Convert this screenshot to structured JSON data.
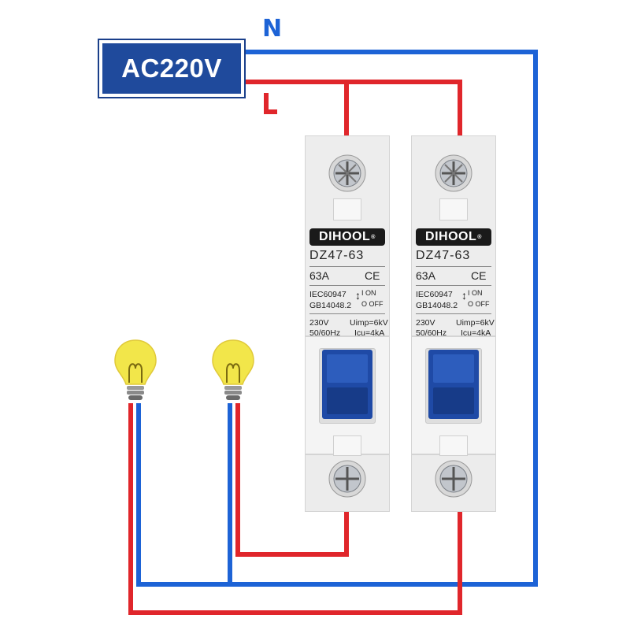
{
  "source": {
    "label": "AC220V"
  },
  "wires": {
    "neutral": {
      "label": "N",
      "color": "#1d63d6"
    },
    "live": {
      "color": "#e0262b"
    }
  },
  "breakers": [
    {
      "brand": "DIHOOL",
      "model": "DZ47-63",
      "rating": "63A",
      "ce": "CE",
      "standard_1": "IEC60947",
      "standard_2": "GB14048.2",
      "switch_on": "I ON",
      "switch_off": "O OFF",
      "voltage": "230V",
      "frequency": "50/60Hz",
      "uimp": "Uimp=6kV",
      "icu": "Icu=4kA",
      "handle_color": "#1f4aa6"
    },
    {
      "brand": "DIHOOL",
      "model": "DZ47-63",
      "rating": "63A",
      "ce": "CE",
      "standard_1": "IEC60947",
      "standard_2": "GB14048.2",
      "switch_on": "I ON",
      "switch_off": "O OFF",
      "voltage": "230V",
      "frequency": "50/60Hz",
      "uimp": "Uimp=6kV",
      "icu": "Icu=4kA",
      "handle_color": "#1f4aa6"
    }
  ],
  "loads": [
    {
      "icon": "light-bulb-icon",
      "color": "#f2e64a"
    },
    {
      "icon": "light-bulb-icon",
      "color": "#f2e64a"
    }
  ]
}
